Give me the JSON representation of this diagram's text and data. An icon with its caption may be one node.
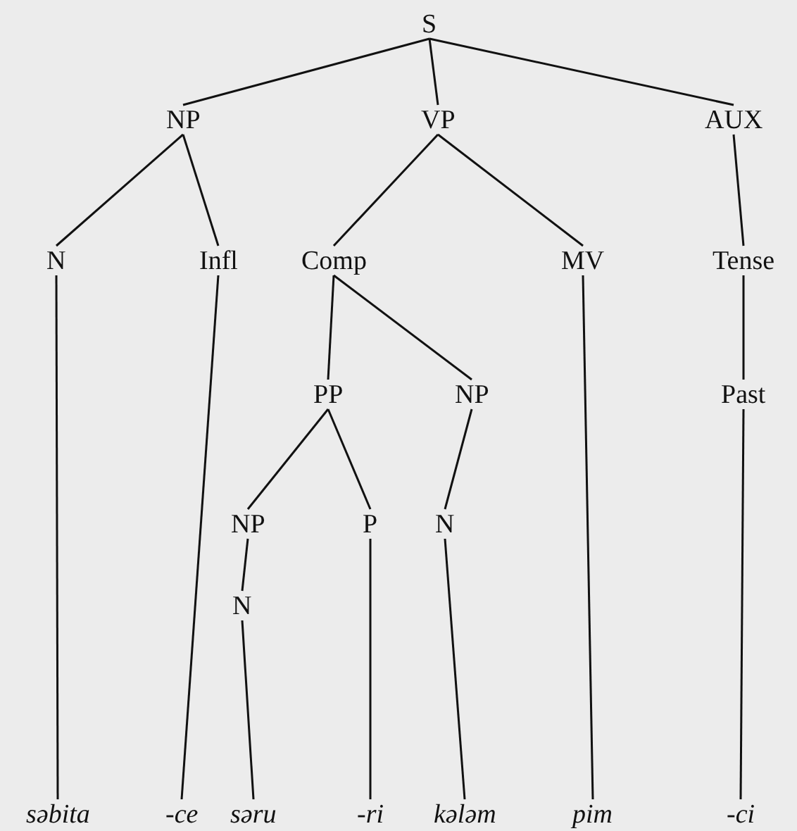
{
  "diagram": {
    "nodes": [
      {
        "text": [
          "S"
        ]
      },
      {
        "text": [
          "NP"
        ]
      },
      {
        "text": [
          "VP"
        ]
      },
      {
        "text": [
          "AUX"
        ]
      },
      {
        "text": [
          "N"
        ]
      },
      {
        "text": [
          "Infl"
        ]
      },
      {
        "text": [
          "Comp"
        ]
      },
      {
        "text": [
          "MV"
        ]
      },
      {
        "text": [
          "Tense"
        ]
      },
      {
        "text": [
          "PP"
        ]
      },
      {
        "text": [
          "NP"
        ]
      },
      {
        "text": [
          "Past"
        ]
      },
      {
        "text": [
          "NP"
        ]
      },
      {
        "text": [
          "P"
        ]
      },
      {
        "text": [
          "N"
        ]
      },
      {
        "text": [
          "N"
        ]
      },
      {
        "text": [
          "səbita"
        ]
      },
      {
        "text": [
          "-ce"
        ]
      },
      {
        "text": [
          "səru"
        ]
      },
      {
        "text": [
          "-ri"
        ]
      },
      {
        "text": [
          "kələm"
        ]
      },
      {
        "text": [
          "pim"
        ]
      },
      {
        "text": [
          "-ci"
        ]
      }
    ],
    "edges": [
      {
        "from": 0,
        "to": 1,
        "arrow": "none"
      },
      {
        "from": 0,
        "to": 2,
        "arrow": "none"
      },
      {
        "from": 0,
        "to": 3,
        "arrow": "none"
      },
      {
        "from": 1,
        "to": 4,
        "arrow": "none"
      },
      {
        "from": 1,
        "to": 5,
        "arrow": "none"
      },
      {
        "from": 2,
        "to": 6,
        "arrow": "none"
      },
      {
        "from": 2,
        "to": 7,
        "arrow": "none"
      },
      {
        "from": 3,
        "to": 8,
        "arrow": "none"
      },
      {
        "from": 6,
        "to": 9,
        "arrow": "none"
      },
      {
        "from": 6,
        "to": 10,
        "arrow": "none"
      },
      {
        "from": 8,
        "to": 11,
        "arrow": "none"
      },
      {
        "from": 9,
        "to": 12,
        "arrow": "none"
      },
      {
        "from": 9,
        "to": 13,
        "arrow": "none"
      },
      {
        "from": 10,
        "to": 14,
        "arrow": "none"
      },
      {
        "from": 12,
        "to": 15,
        "arrow": "none"
      },
      {
        "from": 4,
        "to": 16,
        "arrow": "none"
      },
      {
        "from": 5,
        "to": 17,
        "arrow": "none"
      },
      {
        "from": 15,
        "to": 18,
        "arrow": "none"
      },
      {
        "from": 13,
        "to": 19,
        "arrow": "none"
      },
      {
        "from": 14,
        "to": 20,
        "arrow": "none"
      },
      {
        "from": 7,
        "to": 21,
        "arrow": "none"
      },
      {
        "from": 11,
        "to": 22,
        "arrow": "none"
      }
    ]
  }
}
